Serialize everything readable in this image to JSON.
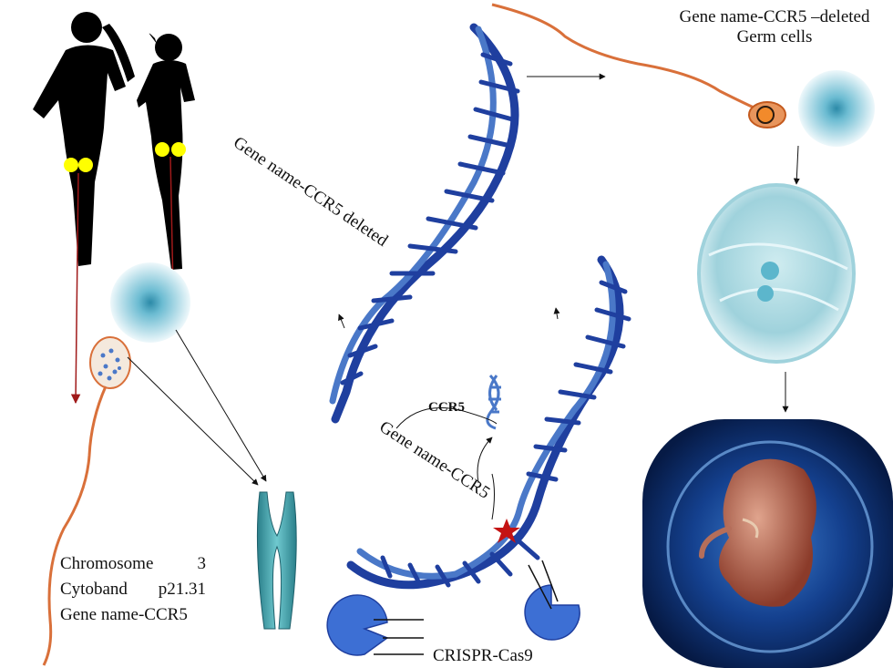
{
  "labels": {
    "top_right_line1": "Gene name-CCR5 –deleted",
    "top_right_line2": "Germ cells",
    "diagonal_deleted": "Gene name-CCR5 deleted",
    "diagonal_gene": "Gene name-CCR5",
    "ccr5": "CCR5",
    "crispr": "CRISPR-Cas9"
  },
  "info": {
    "chromosome_label": "Chromosome",
    "chromosome_value": "3",
    "cytoband_label": "Cytoband",
    "cytoband_value": "p21.31",
    "gene_label": "Gene name-CCR5"
  },
  "colors": {
    "silhouette": "#000000",
    "gonad": "#ffff00",
    "dna": "#1f3f9f",
    "dna_light": "#4a78c8",
    "sperm": "#d9703a",
    "cell": "#7ec6d8",
    "cas9": "#3d6fd4",
    "star": "#c41313",
    "arrow_red": "#a01a1a",
    "fetus_bg": "#0f2d6a"
  }
}
